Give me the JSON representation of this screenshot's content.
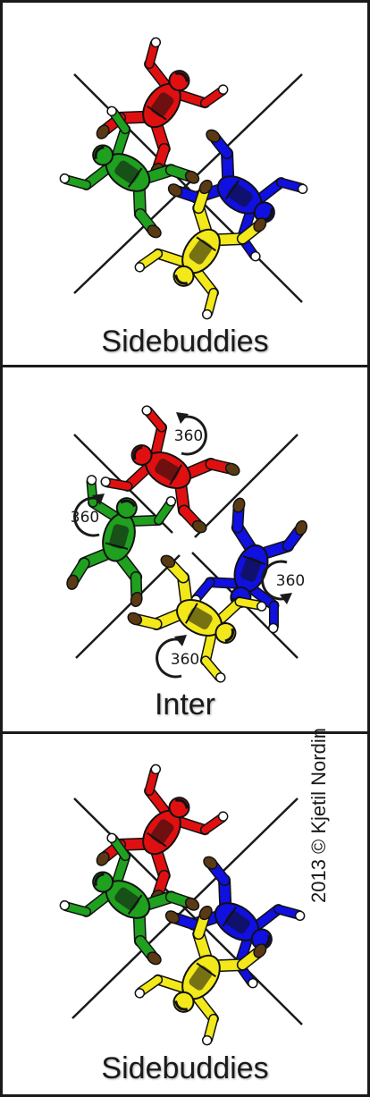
{
  "panels": [
    {
      "caption": "Sidebuddies",
      "jumpers": [
        "red",
        "green",
        "blue",
        "yellow"
      ]
    },
    {
      "caption": "Inter",
      "rotation_labels": [
        "360",
        "360",
        "360",
        "360"
      ]
    },
    {
      "caption": "Sidebuddies"
    }
  ],
  "copyright": "2013 © Kjetil Nordin",
  "colors": {
    "red": "#e01010",
    "green": "#1fa01f",
    "blue": "#1010e0",
    "yellow": "#f2e81a",
    "boots": "#5a3a14",
    "outline": "#111111"
  }
}
